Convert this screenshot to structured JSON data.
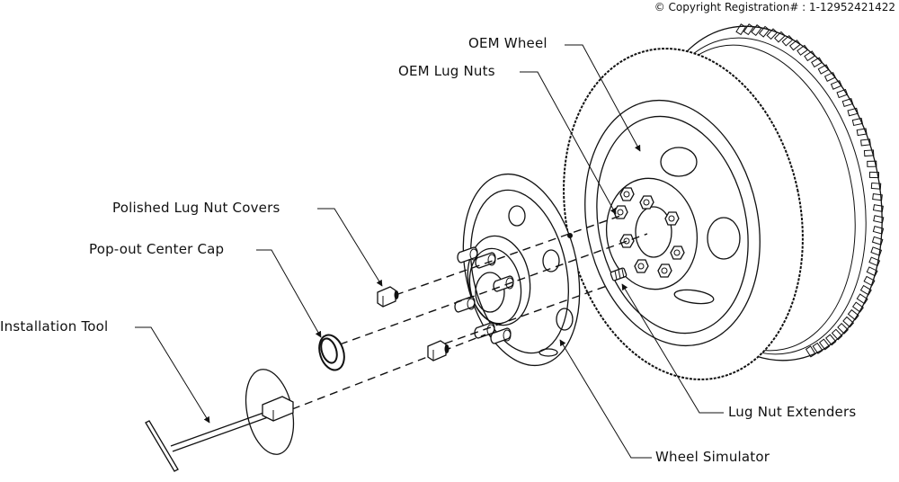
{
  "copyright": "© Copyright Registration# : 1-12952421422",
  "labels": {
    "oem_wheel": "OEM Wheel",
    "oem_lug_nuts": "OEM Lug Nuts",
    "polished_lug_nut_covers": "Polished Lug Nut Covers",
    "pop_out_center_cap": "Pop-out Center Cap",
    "installation_tool": "Installation Tool",
    "lug_nut_extenders": "Lug Nut Extenders",
    "wheel_simulator": "Wheel Simulator"
  },
  "colors": {
    "line": "#111111",
    "background": "#ffffff"
  }
}
